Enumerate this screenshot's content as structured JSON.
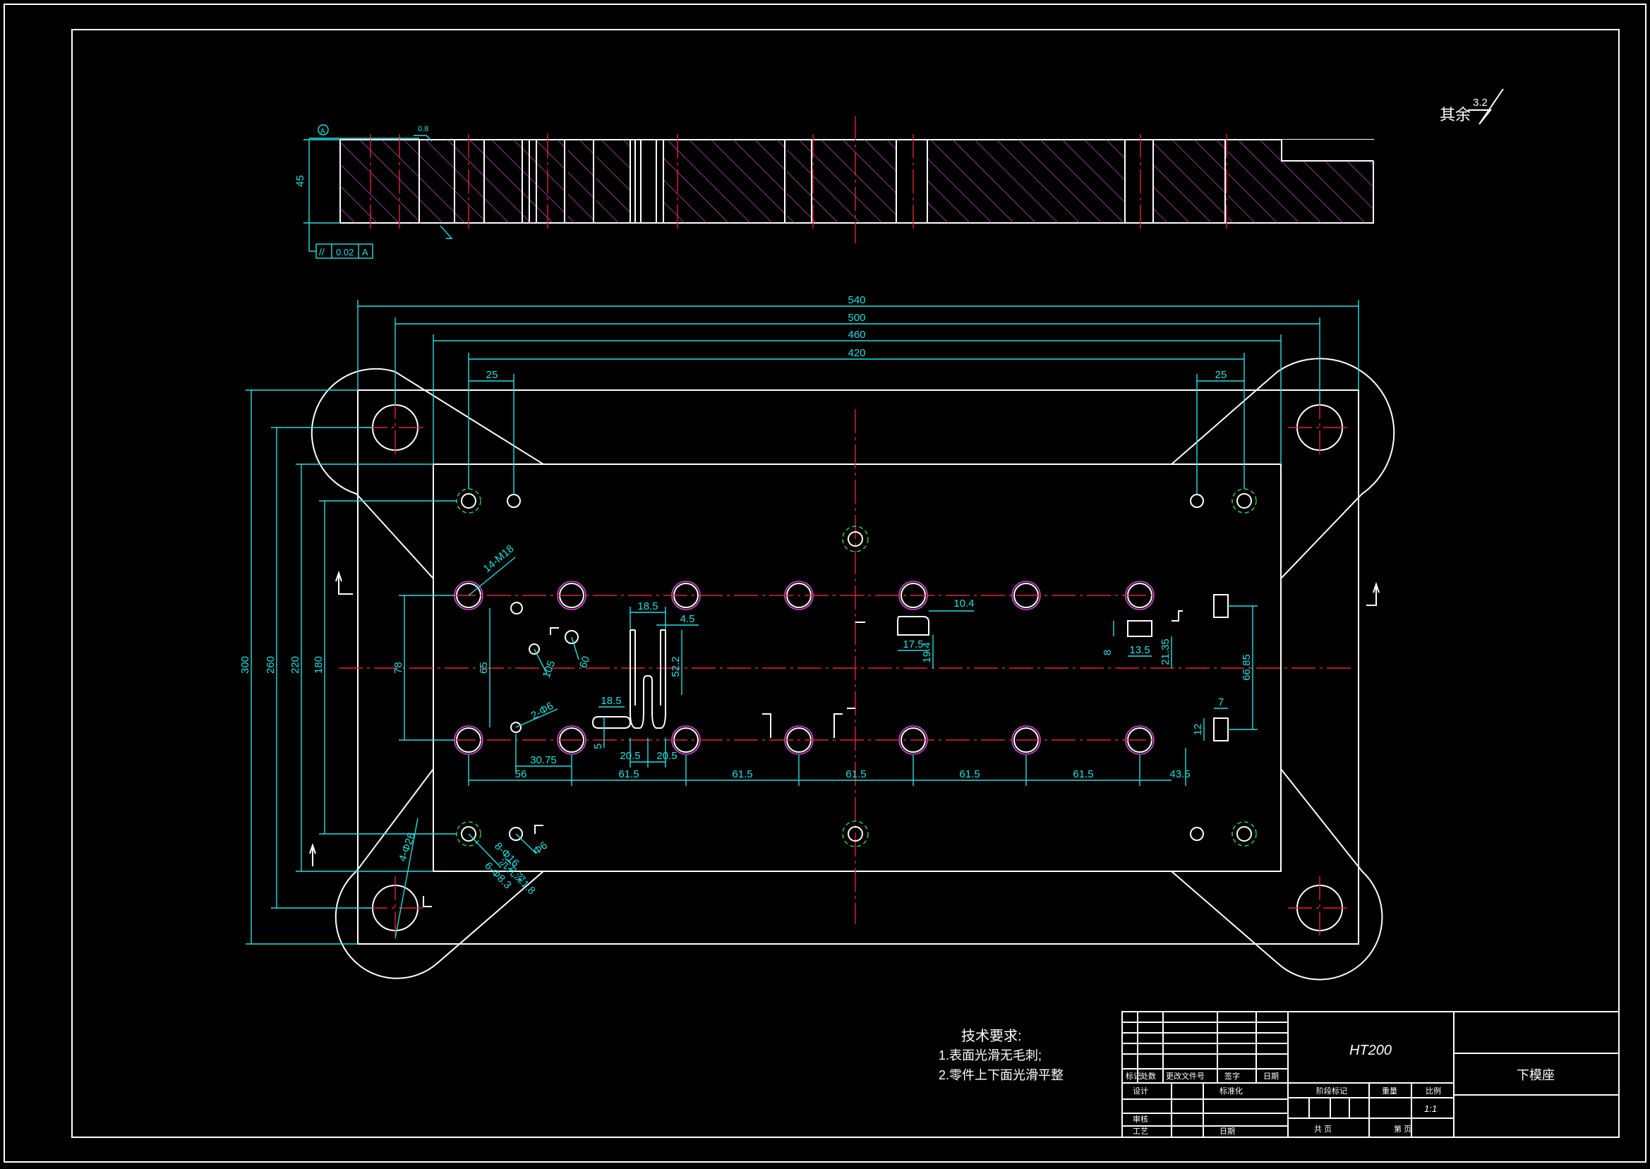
{
  "drawing": {
    "surface_note": "其余",
    "roughness_value": "3.2",
    "section": {
      "thickness": "45",
      "flatness_value": "0.8",
      "datum": "A",
      "parallelism": "0.02",
      "datum_ref": "A"
    },
    "dimensions": {
      "overall_540": "540",
      "w_500": "500",
      "w_460": "460",
      "w_420": "420",
      "left_25": "25",
      "right_25": "25",
      "h_300": "300",
      "h_260": "260",
      "h_220": "220",
      "h_180": "180",
      "v_78": "78",
      "v_65": "65",
      "angle_60": "60",
      "angle_105": "105",
      "slot_18_5_top": "18.5",
      "slot_4_5": "4.5",
      "slot_52_2": "52.2",
      "slot_18_5_bot": "18.5",
      "slot_5": "5",
      "slot_20_5_a": "20.5",
      "slot_20_5_b": "20.5",
      "d_30_75": "30.75",
      "d_56": "56",
      "d_61_5_a": "61.5",
      "d_61_5_b": "61.5",
      "d_61_5_c": "61.5",
      "d_61_5_d": "61.5",
      "d_61_5_e": "61.5",
      "d_43_5": "43.5",
      "d_10_4": "10.4",
      "d_17_5": "17.5",
      "d_19_4": "19.4",
      "d_8": "8",
      "d_13_5": "13.5",
      "d_21_35": "21.35",
      "d_66_85": "66.85",
      "d_7": "7",
      "d_12": "12",
      "callout_m18": "14-M18",
      "callout_2phi6": "2-Φ6",
      "callout_4phi": "4-Φ26",
      "callout_8phi16": "8-Φ16",
      "callout_6phi8": "6-Φ8.3",
      "callout_phi": "Φ6",
      "callout_extra": "沉孔深1.8"
    },
    "tech_req": {
      "title": "技术要求:",
      "line1": "1.表面光滑无毛刺;",
      "line2": "2.零件上下面光滑平整"
    },
    "title_block": {
      "material": "HT200",
      "part_name": "下模座",
      "labels": [
        "标记",
        "处数",
        "更改文件号",
        "签字",
        "日期"
      ],
      "row_design": "设计",
      "row_std": "标准化",
      "row_check": "审核",
      "row_process": "工艺",
      "row_approve": "日期",
      "stage_mark": "阶段标记",
      "weight": "重量",
      "scale": "比例",
      "scale_value": "1:1",
      "sheets_total": "共  页",
      "sheet_no": "第  页"
    }
  }
}
